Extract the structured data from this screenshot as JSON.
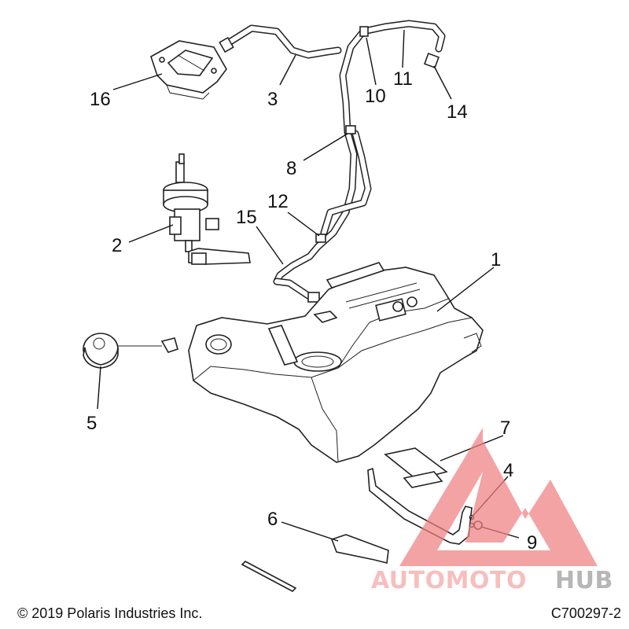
{
  "callouts": {
    "c1": "1",
    "c2": "2",
    "c3": "3",
    "c4": "4",
    "c5": "5",
    "c6": "6",
    "c7": "7",
    "c8": "8",
    "c9": "9",
    "c10": "10",
    "c11": "11",
    "c12": "12",
    "c14": "14",
    "c15": "15",
    "c16": "16"
  },
  "footer": {
    "copyright": "© 2019 Polaris Industries Inc.",
    "part_number": "C700297-2"
  },
  "watermark": {
    "text_a": "AUTOMOTO",
    "text_b": "HUB",
    "color_a": "#f4a6a6",
    "color_b": "#9a9a9a",
    "triangle_color": "#ef8080"
  }
}
